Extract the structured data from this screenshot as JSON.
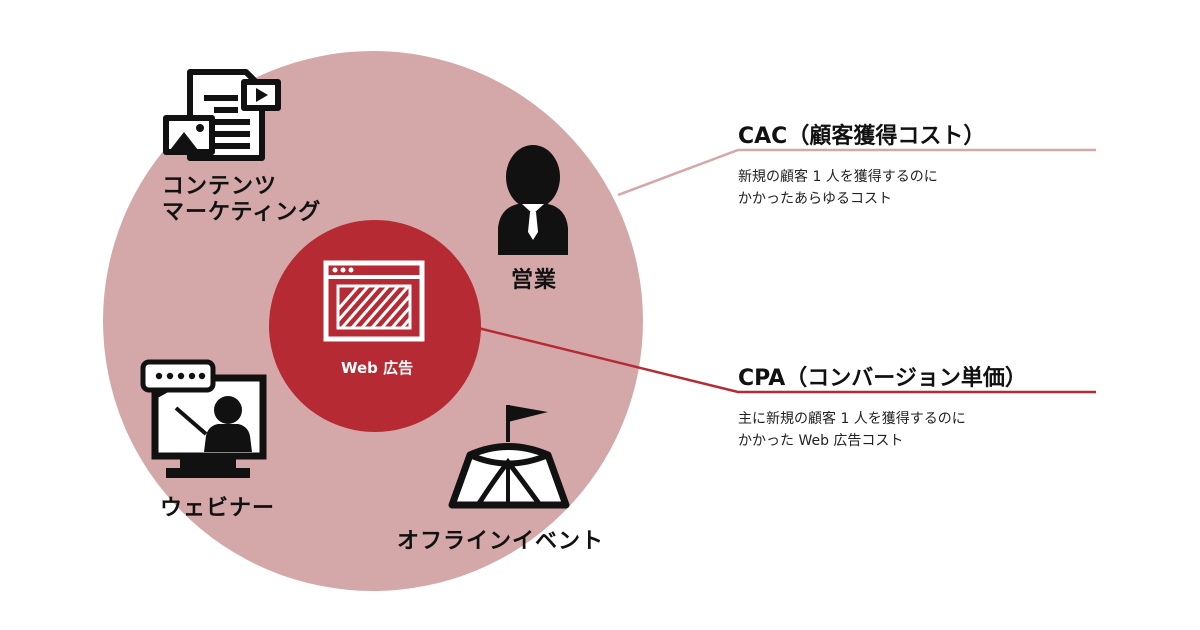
{
  "colors": {
    "outer_circle": "#d4a8a8",
    "inner_circle": "#b52a33",
    "cac_line": "#d4a8a8",
    "cpa_line": "#b52a33",
    "icon": "#111111"
  },
  "channels": {
    "content_marketing": {
      "label_line1": "コンテンツ",
      "label_line2": "マーケティング",
      "icon": "document-video-image-icon"
    },
    "sales": {
      "label": "営業",
      "icon": "businessperson-icon"
    },
    "webinar": {
      "label": "ウェビナー",
      "icon": "monitor-presenter-icon"
    },
    "offline_event": {
      "label": "オフラインイベント",
      "icon": "tent-flag-icon"
    }
  },
  "center": {
    "label": "Web 広告",
    "icon": "browser-window-icon"
  },
  "definitions": {
    "cac": {
      "title": "CAC（顧客獲得コスト）",
      "desc_line1": "新規の顧客 1 人を獲得するのに",
      "desc_line2": "かかったあらゆるコスト"
    },
    "cpa": {
      "title": "CPA（コンバージョン単価）",
      "desc_line1": "主に新規の顧客 1 人を獲得するのに",
      "desc_line2": "かかった Web 広告コスト"
    }
  }
}
